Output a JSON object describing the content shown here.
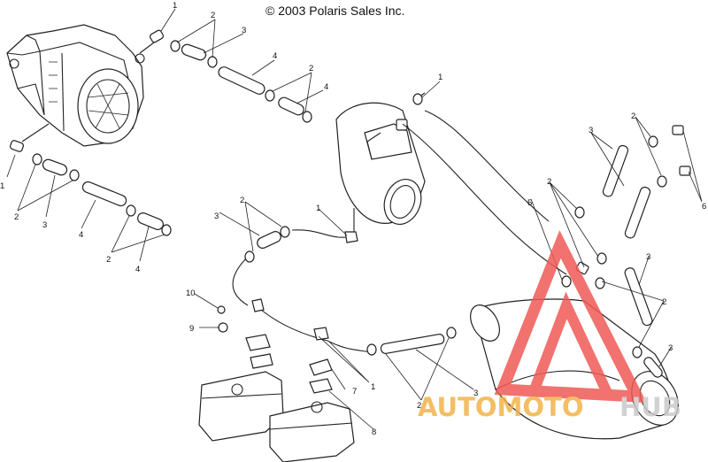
{
  "copyright": "© 2003 Polaris Sales Inc.",
  "callouts": [
    "1",
    "2",
    "3",
    "4",
    "5",
    "6",
    "7",
    "8",
    "9",
    "10"
  ],
  "watermark": {
    "part1": "AUTOMOTO",
    "part2": "HUB",
    "color_main": "#f2b34a",
    "color_hub": "#c9c9c9",
    "triangle_color": "#ef5a55"
  }
}
